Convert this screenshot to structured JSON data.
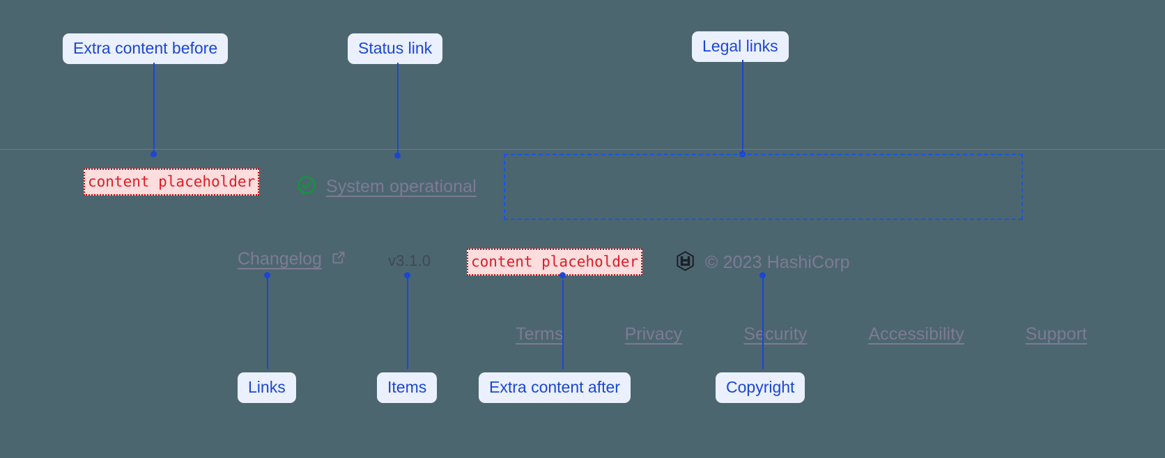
{
  "component": {
    "name": "footer",
    "background_color": "#4c6670"
  },
  "footer": {
    "extra_before": {
      "placeholder_text": "content placeholder"
    },
    "status": {
      "icon": "check-circle-icon",
      "icon_color": "#12963a",
      "label": "System operational"
    },
    "legal_links": [
      {
        "label": "Terms"
      },
      {
        "label": "Privacy"
      },
      {
        "label": "Security"
      },
      {
        "label": "Accessibility"
      },
      {
        "label": "Support"
      }
    ],
    "changelog": {
      "label": "Changelog",
      "icon": "external-link-icon"
    },
    "version": "v3.1.0",
    "extra_after": {
      "placeholder_text": "content placeholder"
    },
    "copyright": {
      "logo": "hashicorp-logo",
      "text": "© 2023 HashiCorp"
    }
  },
  "annotations": {
    "accent_color": "#1b46d4",
    "chip_background": "#eaf0fd",
    "top": [
      {
        "label": "Extra content before"
      },
      {
        "label": "Status link"
      },
      {
        "label": "Legal links"
      }
    ],
    "bottom": [
      {
        "label": "Links"
      },
      {
        "label": "Items"
      },
      {
        "label": "Extra content after"
      },
      {
        "label": "Copyright"
      }
    ]
  },
  "highlight": {
    "placeholder_border_color": "#d00000",
    "placeholder_background": "#fddddd",
    "placeholder_text_color": "#e01b24",
    "legal_box_border_color": "#1a56db"
  }
}
